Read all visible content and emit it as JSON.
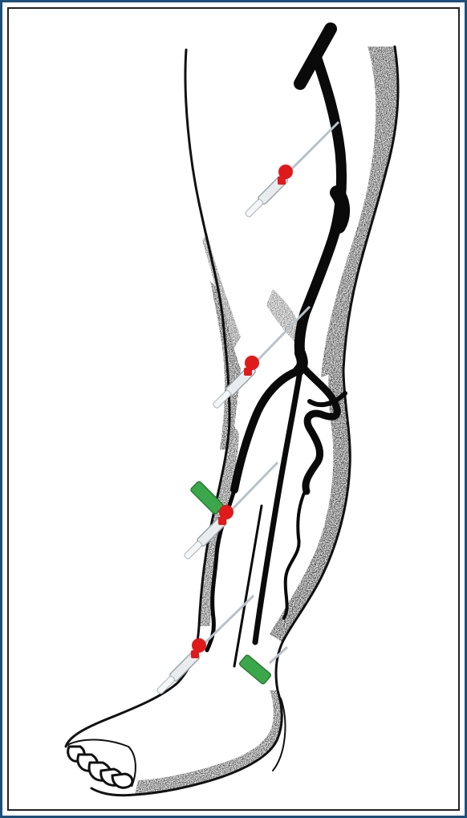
{
  "figure": {
    "colors": {
      "frame_outer": "#1d4f7a",
      "frame_inner": "#222222",
      "vein": "#0a0a0a",
      "leg_shading": "#111111",
      "cannula_cap_red": "#e01a1a",
      "cannula_wing_green": "#3aa84a",
      "cannula_body": "#e8ecef",
      "needle": "#b8c2c8"
    },
    "icons": {
      "cannula": "iv-cannula-icon",
      "tourniquet_bar": "vein-ligature-bar-icon"
    },
    "cannulas": [
      {
        "id": "cannula-thigh",
        "cap_color": "red",
        "has_wings": false
      },
      {
        "id": "cannula-knee",
        "cap_color": "red",
        "has_wings": false
      },
      {
        "id": "cannula-shin",
        "cap_color": "red",
        "has_wings": true
      },
      {
        "id": "cannula-ankle-upper",
        "cap_color": "red",
        "has_wings": false
      },
      {
        "id": "cannula-ankle-lower",
        "cap_color": "none",
        "has_wings": true
      }
    ]
  }
}
